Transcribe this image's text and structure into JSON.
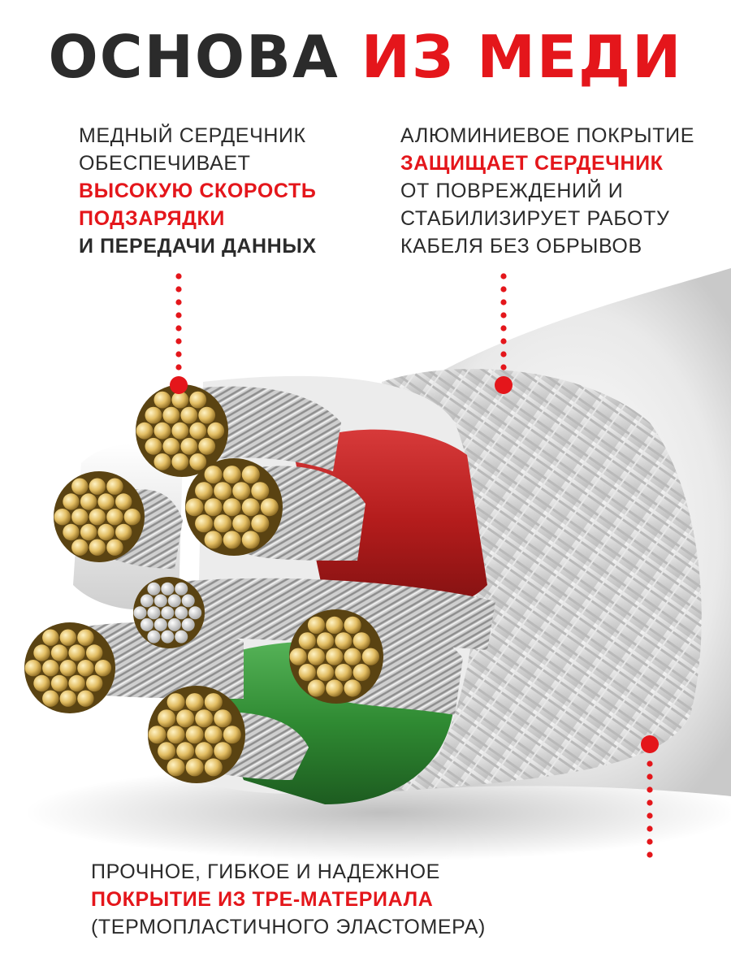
{
  "title": {
    "part1": "ОСНОВА",
    "part2": "ИЗ МЕДИ"
  },
  "left_text": {
    "line1": "МЕДНЫЙ СЕРДЕЧНИК",
    "line2": "ОБЕСПЕЧИВАЕТ",
    "line3": "ВЫСОКУЮ СКОРОСТЬ",
    "line4": "ПОДЗАРЯДКИ",
    "line5": "И ПЕРЕДАЧИ ДАННЫХ"
  },
  "right_text": {
    "line1": "АЛЮМИНИЕВОЕ ПОКРЫТИЕ",
    "line2": "ЗАЩИЩАЕТ СЕРДЕЧНИК",
    "line3": "ОТ ПОВРЕЖДЕНИЙ И",
    "line4": "СТАБИЛИЗИРУЕТ РАБОТУ",
    "line5": "КАБЕЛЯ БЕЗ ОБРЫВОВ"
  },
  "bottom_text": {
    "line1": "ПРОЧНОЕ, ГИБКОЕ И НАДЕЖНОЕ",
    "line2": "ПОКРЫТИЕ ИЗ TPE-МАТЕРИАЛА",
    "line3": "(ТЕРМОПЛАСТИЧНОГО ЭЛАСТОМЕРА)"
  },
  "colors": {
    "accent_red": "#e4161b",
    "dark_text": "#2b2b2b",
    "copper": "#d8b35a",
    "red_insulation": "#b51e1e",
    "green_insulation": "#2f8a32",
    "white_jacket": "#f2f2f2"
  }
}
